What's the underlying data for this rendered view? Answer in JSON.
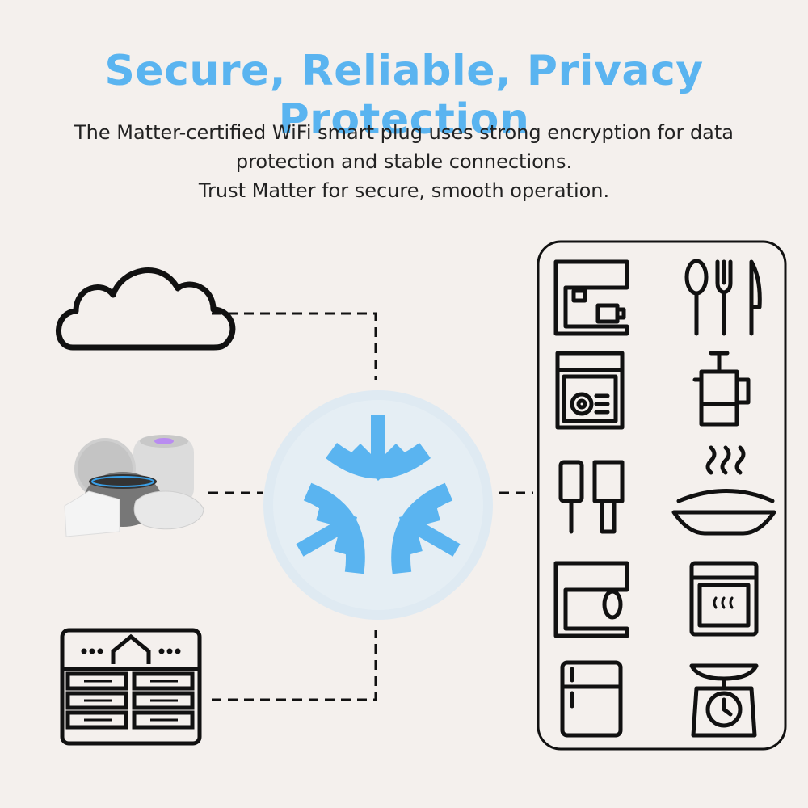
{
  "header": {
    "title": "Secure, Reliable, Privacy Protection",
    "description_lines": [
      "The Matter-certified WiFi smart plug uses strong encryption for data",
      "protection and stable connections.",
      "Trust Matter for secure, smooth operation."
    ]
  },
  "colors": {
    "accent": "#5ab4f0",
    "hub_circle": "#dfeaf2",
    "line": "#111111",
    "background": "#f4f0ed"
  },
  "left_devices": [
    {
      "name": "cloud",
      "icon": "cloud-icon"
    },
    {
      "name": "smart speakers and hubs",
      "icon": "smart-speakers-image"
    },
    {
      "name": "home control panel",
      "icon": "home-control-panel-icon"
    }
  ],
  "center": {
    "icon": "matter-logo"
  },
  "appliances": [
    "coffee-machine-icon",
    "cutlery-icon",
    "dishwasher-icon",
    "kettle-icon",
    "kitchen-tools-icon",
    "hot-dish-icon",
    "stand-mixer-icon",
    "oven-icon",
    "refrigerator-icon",
    "kitchen-scale-icon"
  ]
}
